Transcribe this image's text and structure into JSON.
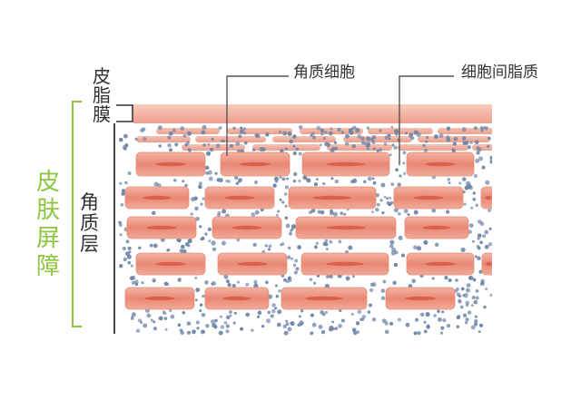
{
  "labels": {
    "sebum_film": "皮脂膜",
    "stratum_corneum": "角质层",
    "skin_barrier": "皮肤屏障",
    "corneocyte": "角质细胞",
    "intercellular_lipid": "细胞间脂质"
  },
  "colors": {
    "barrier_bracket": "#8cc63f",
    "leader_line": "#555555",
    "sebum_band": "#f3b6a6",
    "cell_fill": "#e88d7a",
    "cell_nucleus": "#d9604b",
    "lipid_dot": "#6f86a8"
  }
}
